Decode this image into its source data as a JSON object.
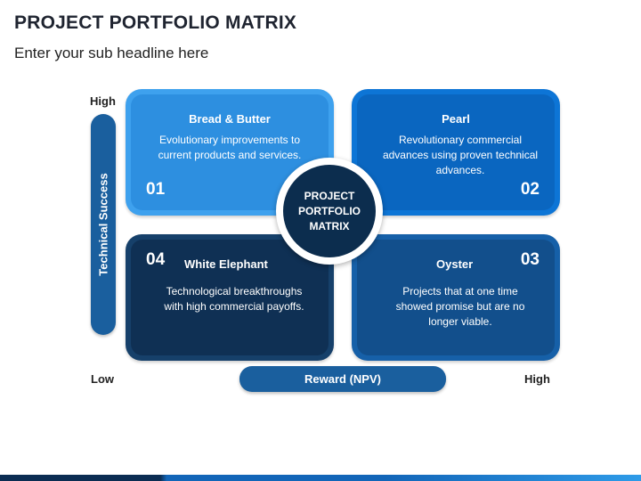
{
  "header": {
    "title": "PROJECT PORTFOLIO MATRIX",
    "subtitle": "Enter your sub headline here"
  },
  "axes": {
    "y_high": "High",
    "y_low": "Low",
    "y_label": "Technical Success",
    "x_high": "High",
    "x_label": "Reward (NPV)"
  },
  "center": {
    "line1": "PROJECT",
    "line2": "PORTFOLIO",
    "line3": "MATRIX"
  },
  "quadrants": [
    {
      "number": "01",
      "title": "Bread & Butter",
      "description": "Evolutionary improvements to current products and services.",
      "color": "#3ea1ee"
    },
    {
      "number": "02",
      "title": "Pearl",
      "description": "Revolutionary commercial advances using proven technical advances.",
      "color": "#0d75d6"
    },
    {
      "number": "03",
      "title": "Oyster",
      "description": "Projects that at one time showed promise but are no longer viable.",
      "color": "#1660a8"
    },
    {
      "number": "04",
      "title": "White Elephant",
      "description": "Technological breakthroughs with high commercial payoffs.",
      "color": "#16406a"
    }
  ]
}
